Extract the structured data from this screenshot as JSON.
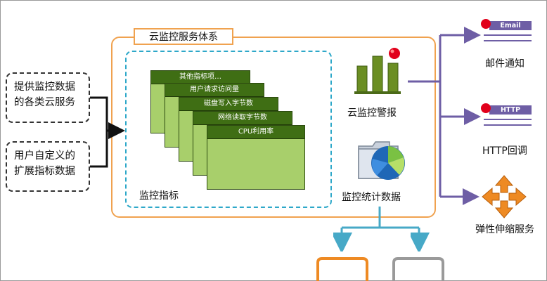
{
  "sources": [
    {
      "line1": "提供监控数据",
      "line2": "的各类云服务"
    },
    {
      "line1": "用户自定义的",
      "line2": "扩展指标数据"
    }
  ],
  "cloud_system": {
    "title": "云监控服务体系"
  },
  "metrics": {
    "label": "监控指标",
    "sheets": [
      "其他指标项…",
      "用户请求访问量",
      "磁盘写入字节数",
      "网络读取字节数",
      "CPU利用率"
    ]
  },
  "alarm": {
    "label": "云监控警报"
  },
  "stats": {
    "label": "监控统计数据"
  },
  "outputs": [
    {
      "badge": "Email",
      "label": "邮件通知"
    },
    {
      "badge": "HTTP",
      "label": "HTTP回调"
    },
    {
      "label": "弹性伸缩服务"
    }
  ],
  "colors": {
    "cloud_border": "#f0a24f",
    "metrics_border": "#2ea8c9",
    "sheet_fill": "#a8cf6b",
    "sheet_header": "#3f6e14",
    "output_purple": "#6e5ea5",
    "arrow_teal": "#47a9c7",
    "scale_orange": "#ee8a23",
    "alarm_red": "#e1001b"
  }
}
